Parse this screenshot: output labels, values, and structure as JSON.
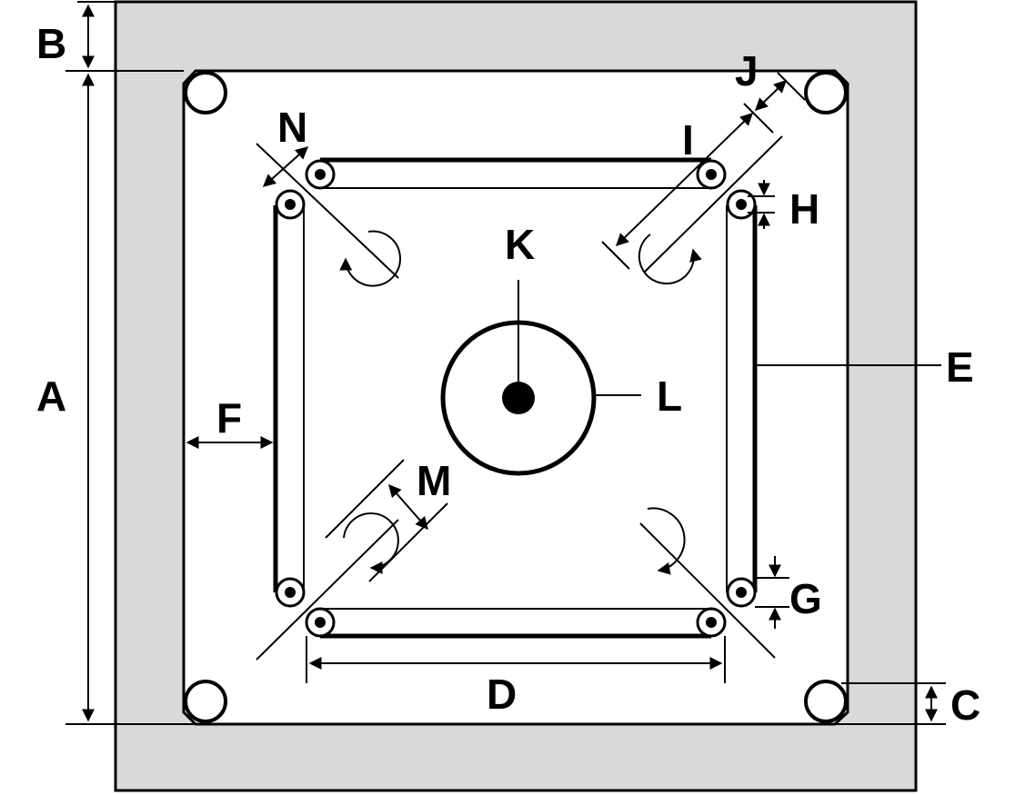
{
  "colors": {
    "frame_fill": "#d9d9d9",
    "plate_fill": "#ffffff",
    "ink": "#000000"
  },
  "labels": {
    "A": "A",
    "B": "B",
    "C": "C",
    "D": "D",
    "E": "E",
    "F": "F",
    "G": "G",
    "H": "H",
    "I": "I",
    "J": "J",
    "K": "K",
    "L": "L",
    "M": "M",
    "N": "N"
  }
}
